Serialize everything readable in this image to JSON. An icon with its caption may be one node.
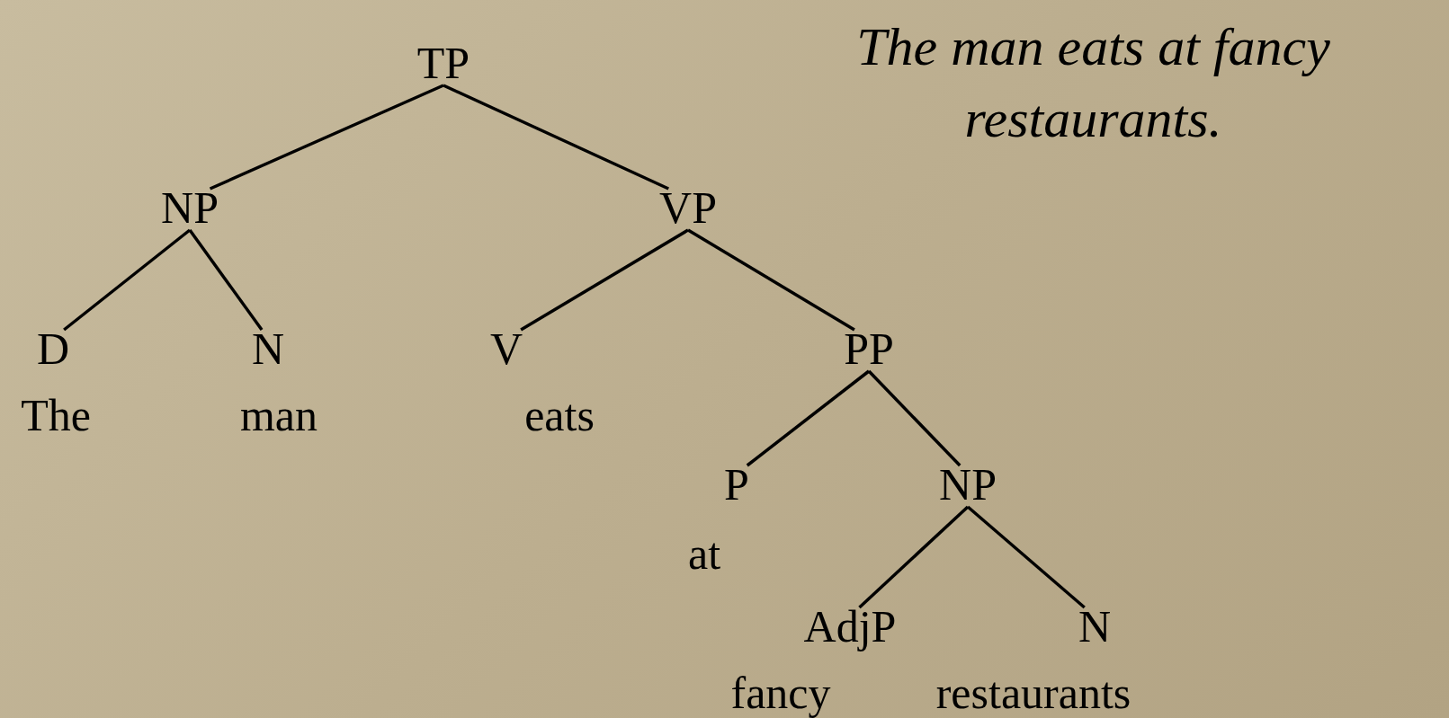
{
  "diagram": {
    "title": "The man eats at fancy restaurants.",
    "nodes": [
      {
        "text": [
          "TP"
        ]
      },
      {
        "text": [
          "NP"
        ]
      },
      {
        "text": [
          "VP"
        ]
      },
      {
        "text": [
          "D"
        ],
        "beside": [
          "The"
        ]
      },
      {
        "text": [
          "N"
        ],
        "beside": [
          "man"
        ]
      },
      {
        "text": [
          "V"
        ],
        "beside": [
          "eats"
        ]
      },
      {
        "text": [
          "PP"
        ]
      },
      {
        "text": [
          "P"
        ],
        "beside": [
          "at"
        ]
      },
      {
        "text": [
          "NP"
        ]
      },
      {
        "text": [
          "AdjP"
        ],
        "beside": [
          "fancy"
        ]
      },
      {
        "text": [
          "N"
        ],
        "beside": [
          "restaurants"
        ]
      }
    ],
    "edges": [
      {
        "from": 0,
        "to": 1,
        "arrow": "none"
      },
      {
        "from": 0,
        "to": 2,
        "arrow": "none"
      },
      {
        "from": 1,
        "to": 3,
        "arrow": "none"
      },
      {
        "from": 1,
        "to": 4,
        "arrow": "none"
      },
      {
        "from": 2,
        "to": 5,
        "arrow": "none"
      },
      {
        "from": 2,
        "to": 6,
        "arrow": "none"
      },
      {
        "from": 6,
        "to": 7,
        "arrow": "none"
      },
      {
        "from": 6,
        "to": 8,
        "arrow": "none"
      },
      {
        "from": 8,
        "to": 9,
        "arrow": "none"
      },
      {
        "from": 8,
        "to": 10,
        "arrow": "none"
      }
    ]
  }
}
